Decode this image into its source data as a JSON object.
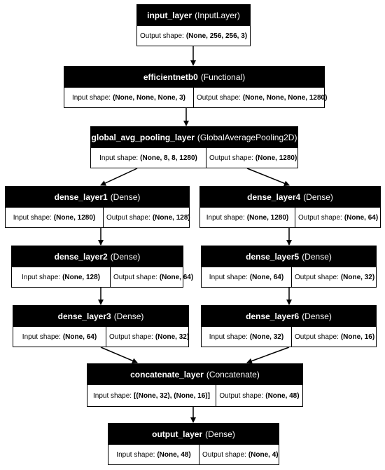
{
  "nodes": [
    {
      "id": "input_layer",
      "name": "input_layer",
      "type": "(InputLayer)",
      "input_label": "",
      "input_value": "",
      "output_label": "Output shape:",
      "output_value": "(None, 256, 256, 3)"
    },
    {
      "id": "efficientnetb0",
      "name": "efficientnetb0",
      "type": "(Functional)",
      "input_label": "Input shape:",
      "input_value": "(None, None, None, 3)",
      "output_label": "Output shape:",
      "output_value": "(None, None, None, 1280)"
    },
    {
      "id": "global_avg_pooling_layer",
      "name": "global_avg_pooling_layer",
      "type": "(GlobalAveragePooling2D)",
      "input_label": "Input shape:",
      "input_value": "(None, 8, 8, 1280)",
      "output_label": "Output shape:",
      "output_value": "(None, 1280)"
    },
    {
      "id": "dense_layer1",
      "name": "dense_layer1",
      "type": "(Dense)",
      "input_label": "Input shape:",
      "input_value": "(None, 1280)",
      "output_label": "Output shape:",
      "output_value": "(None, 128)"
    },
    {
      "id": "dense_layer4",
      "name": "dense_layer4",
      "type": "(Dense)",
      "input_label": "Input shape:",
      "input_value": "(None, 1280)",
      "output_label": "Output shape:",
      "output_value": "(None, 64)"
    },
    {
      "id": "dense_layer2",
      "name": "dense_layer2",
      "type": "(Dense)",
      "input_label": "Input shape:",
      "input_value": "(None, 128)",
      "output_label": "Output shape:",
      "output_value": "(None, 64)"
    },
    {
      "id": "dense_layer5",
      "name": "dense_layer5",
      "type": "(Dense)",
      "input_label": "Input shape:",
      "input_value": "(None, 64)",
      "output_label": "Output shape:",
      "output_value": "(None, 32)"
    },
    {
      "id": "dense_layer3",
      "name": "dense_layer3",
      "type": "(Dense)",
      "input_label": "Input shape:",
      "input_value": "(None, 64)",
      "output_label": "Output shape:",
      "output_value": "(None, 32)"
    },
    {
      "id": "dense_layer6",
      "name": "dense_layer6",
      "type": "(Dense)",
      "input_label": "Input shape:",
      "input_value": "(None, 32)",
      "output_label": "Output shape:",
      "output_value": "(None, 16)"
    },
    {
      "id": "concatenate_layer",
      "name": "concatenate_layer",
      "type": "(Concatenate)",
      "input_label": "Input shape:",
      "input_value": "[(None, 32), (None, 16)]",
      "output_label": "Output shape:",
      "output_value": "(None, 48)"
    },
    {
      "id": "output_layer",
      "name": "output_layer",
      "type": "(Dense)",
      "input_label": "Input shape:",
      "input_value": "(None, 48)",
      "output_label": "Output shape:",
      "output_value": "(None, 4)"
    }
  ],
  "edges": [
    {
      "from": "input_layer",
      "to": "efficientnetb0"
    },
    {
      "from": "efficientnetb0",
      "to": "global_avg_pooling_layer"
    },
    {
      "from": "global_avg_pooling_layer",
      "to": "dense_layer1"
    },
    {
      "from": "global_avg_pooling_layer",
      "to": "dense_layer4"
    },
    {
      "from": "dense_layer1",
      "to": "dense_layer2"
    },
    {
      "from": "dense_layer2",
      "to": "dense_layer3"
    },
    {
      "from": "dense_layer4",
      "to": "dense_layer5"
    },
    {
      "from": "dense_layer5",
      "to": "dense_layer6"
    },
    {
      "from": "dense_layer3",
      "to": "concatenate_layer"
    },
    {
      "from": "dense_layer6",
      "to": "concatenate_layer"
    },
    {
      "from": "concatenate_layer",
      "to": "output_layer"
    }
  ],
  "colors": {
    "header_bg": "#000000",
    "header_text": "#ffffff",
    "line": "#000000"
  }
}
